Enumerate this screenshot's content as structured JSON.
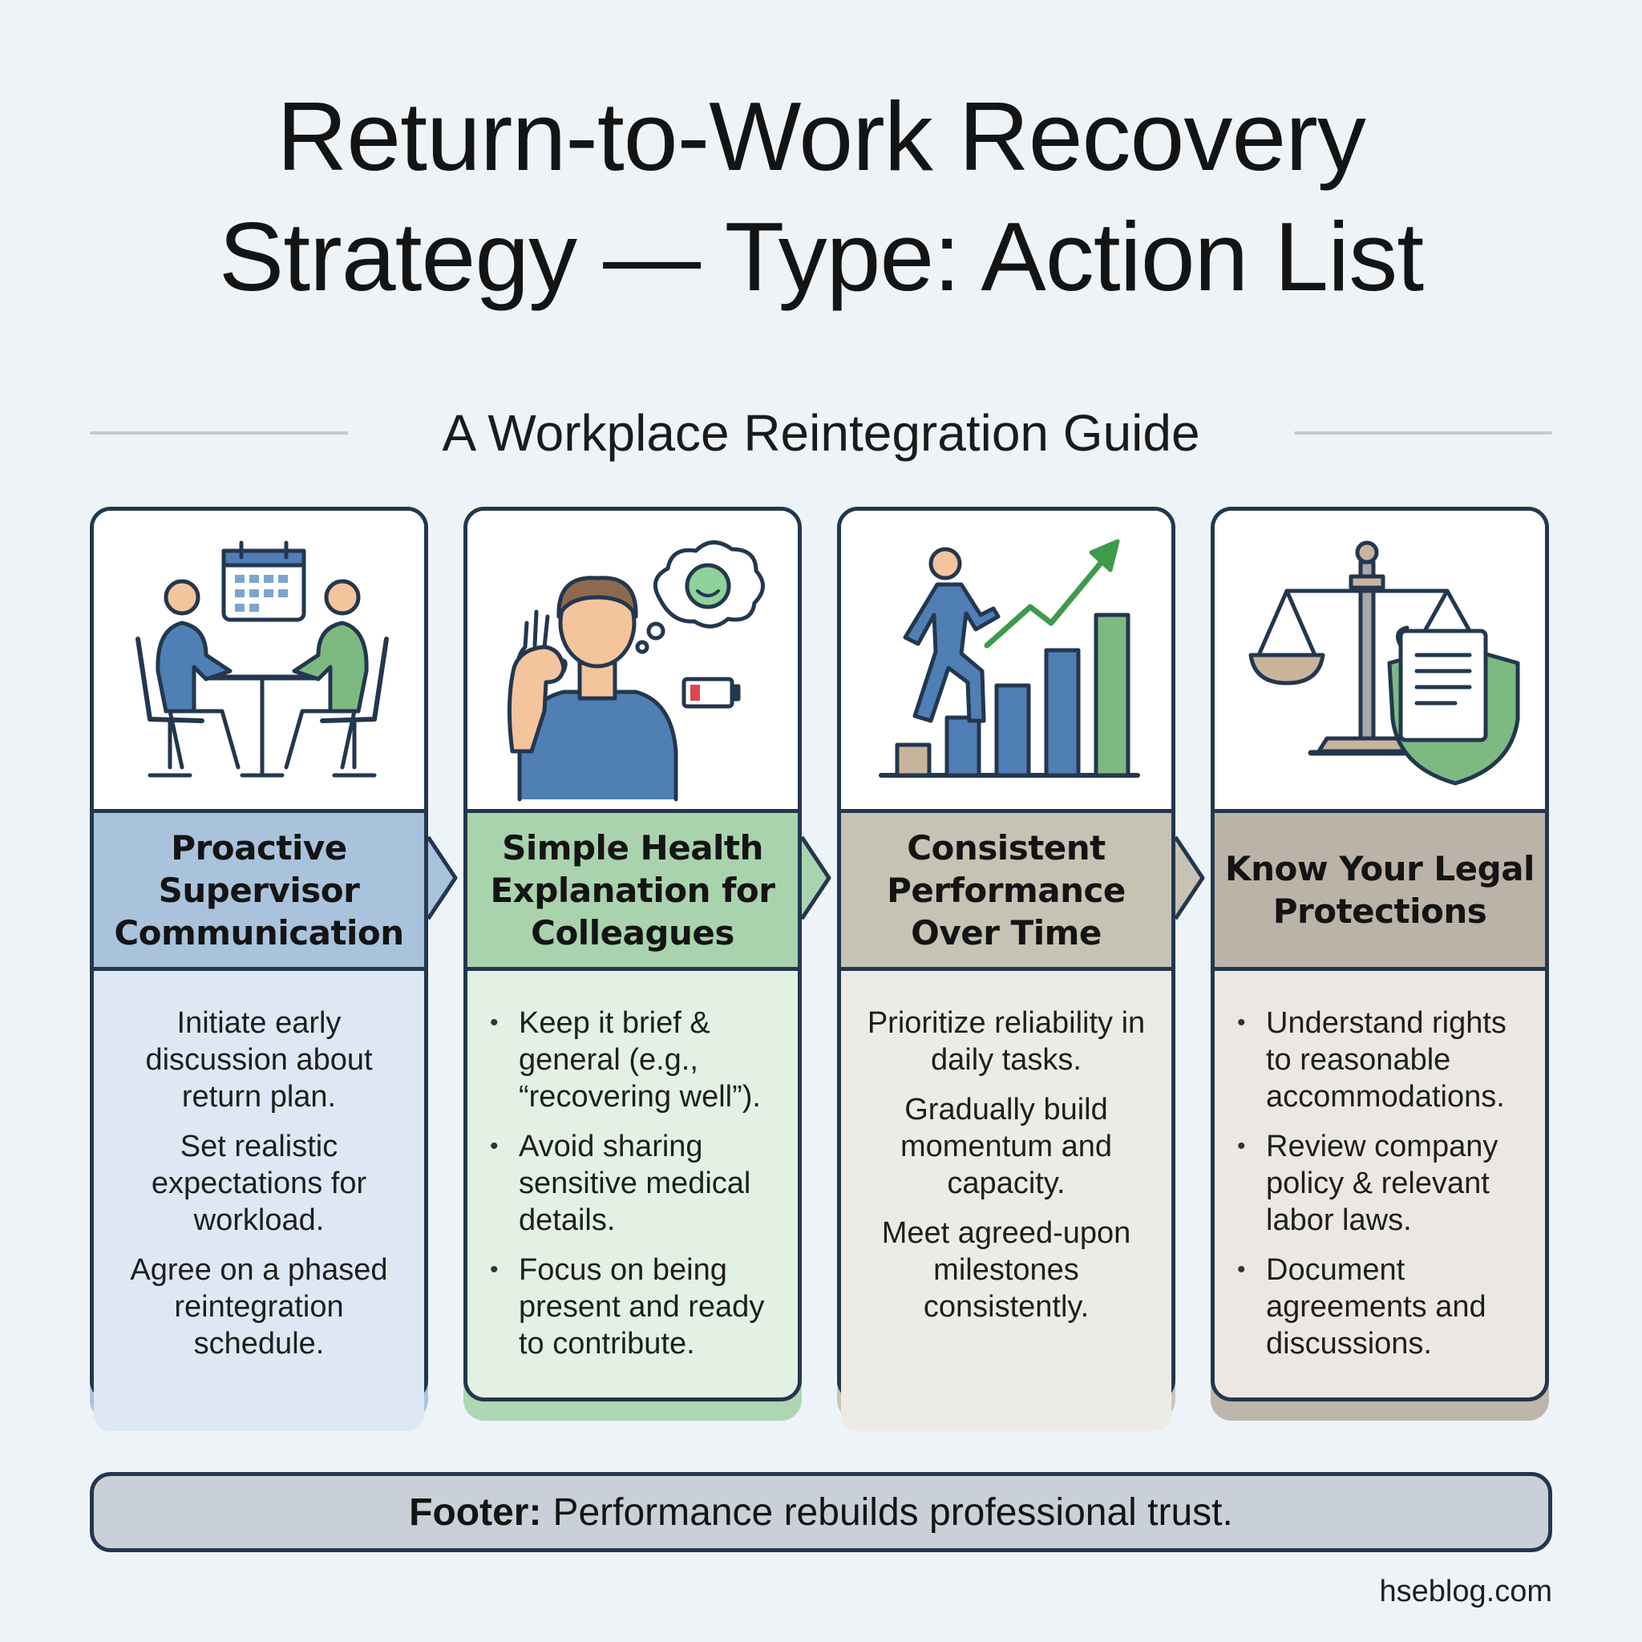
{
  "title_line1": "Return-to-Work Recovery",
  "title_line2": "Strategy — Type: Action List",
  "subtitle": "A Workplace Reintegration Guide",
  "cards": [
    {
      "title": "Proactive Supervisor Communication",
      "icon": "supervisor-meeting-icon",
      "band_color": "#a9c3dd",
      "body_color": "#dde8f4",
      "items": [
        "Initiate early discussion about return plan.",
        "Set realistic expectations for workload.",
        "Agree on a phased reintegration schedule."
      ]
    },
    {
      "title": "Simple Health Explanation for Colleagues",
      "icon": "person-ok-gesture-icon",
      "band_color": "#a9d3ad",
      "body_color": "#e3f0e4",
      "items": [
        "Keep it brief & general (e.g., “recovering well”).",
        "Avoid sharing sensitive medical details.",
        "Focus on being present and ready to contribute."
      ]
    },
    {
      "title": "Consistent Performance Over Time",
      "icon": "growth-chart-icon",
      "band_color": "#c6c3b4",
      "body_color": "#ecebe6",
      "items": [
        "Prioritize reliability in daily tasks.",
        "Gradually build momentum and capacity.",
        "Meet agreed-upon milestones consistently."
      ]
    },
    {
      "title": "Know Your Legal Protections",
      "icon": "scales-of-justice-icon",
      "band_color": "#bcb3a8",
      "body_color": "#ebe8e4",
      "items": [
        "Understand rights to reasonable accommodations.",
        "Review company policy & relevant labor laws.",
        "Document agreements and discussions."
      ]
    }
  ],
  "footer_label": "Footer:",
  "footer_text": "Performance rebuilds professional trust.",
  "credit": "hseblog.com"
}
